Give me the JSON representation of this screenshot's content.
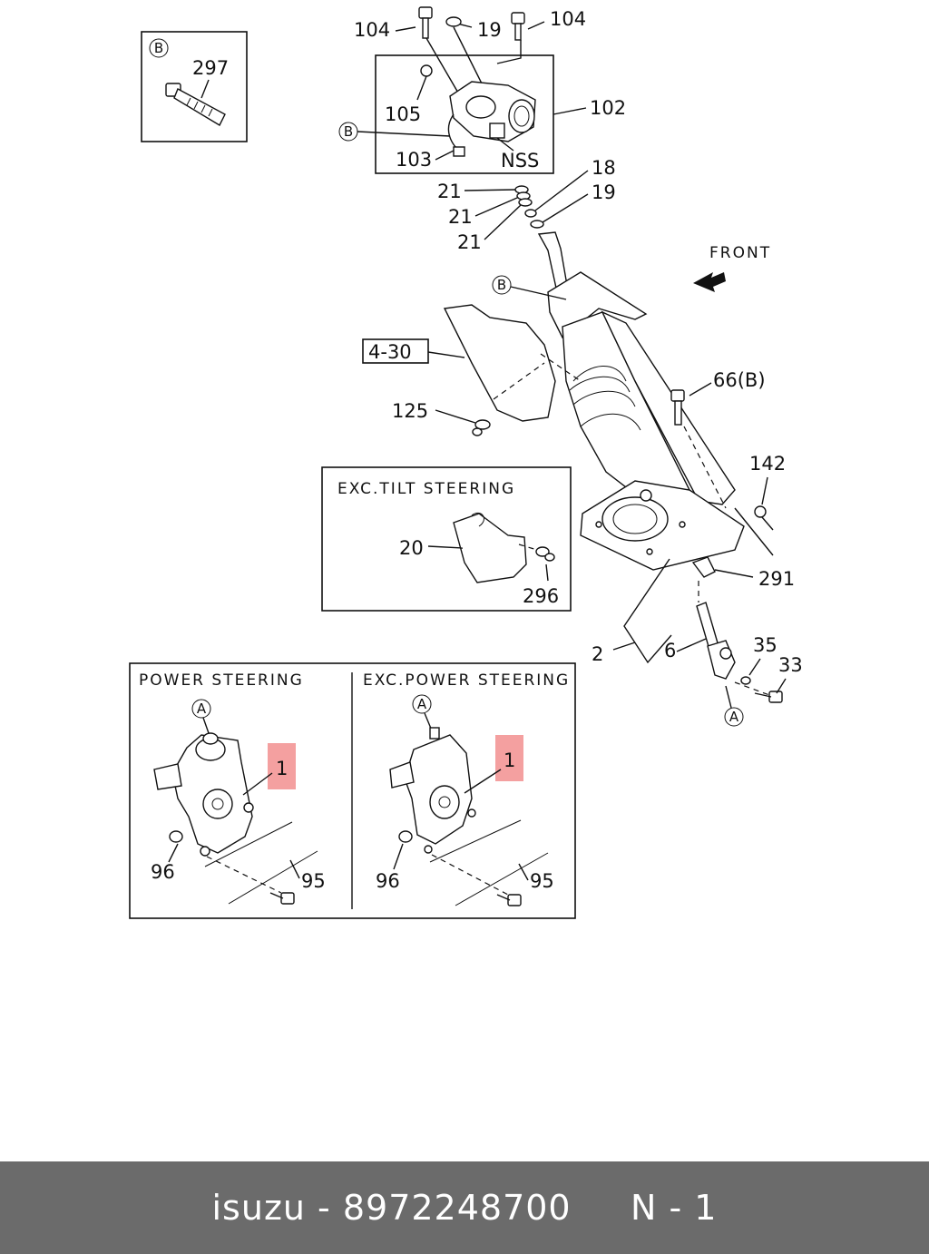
{
  "inset_b": {
    "marker": "B",
    "part": "297"
  },
  "switch_group": {
    "bolt_left": "104",
    "ring_top": "19",
    "bolt_right": "104",
    "screw": "105",
    "marker": "B",
    "harness": "103",
    "label_nss": "NSS",
    "assembly": "102"
  },
  "washers": {
    "w1": "21",
    "w2": "21",
    "w3": "21",
    "ring18": "18",
    "ring19": "19"
  },
  "front_label": "FRONT",
  "column": {
    "marker": "B",
    "ref": "4-30",
    "clip": "125",
    "bolt66": "66(B)",
    "screw142": "142",
    "clip291": "291",
    "column": "2",
    "shaft": "6",
    "washer35": "35",
    "bolt33": "33",
    "marker_a": "A"
  },
  "tilt_box": {
    "title": "EXC.TILT STEERING",
    "cover": "20",
    "clip": "296"
  },
  "ps_box": {
    "left_title": "POWER STEERING",
    "right_title": "EXC.POWER STEERING",
    "left": {
      "marker": "A",
      "item": "1",
      "nut": "96",
      "bolt": "95"
    },
    "right": {
      "marker": "A",
      "item": "1",
      "nut": "96",
      "bolt": "95"
    }
  },
  "footer": "isuzu - 8972248700     N - 1",
  "colors": {
    "highlight": "#f4a0a0",
    "footer_bg": "#6b6b6b"
  }
}
